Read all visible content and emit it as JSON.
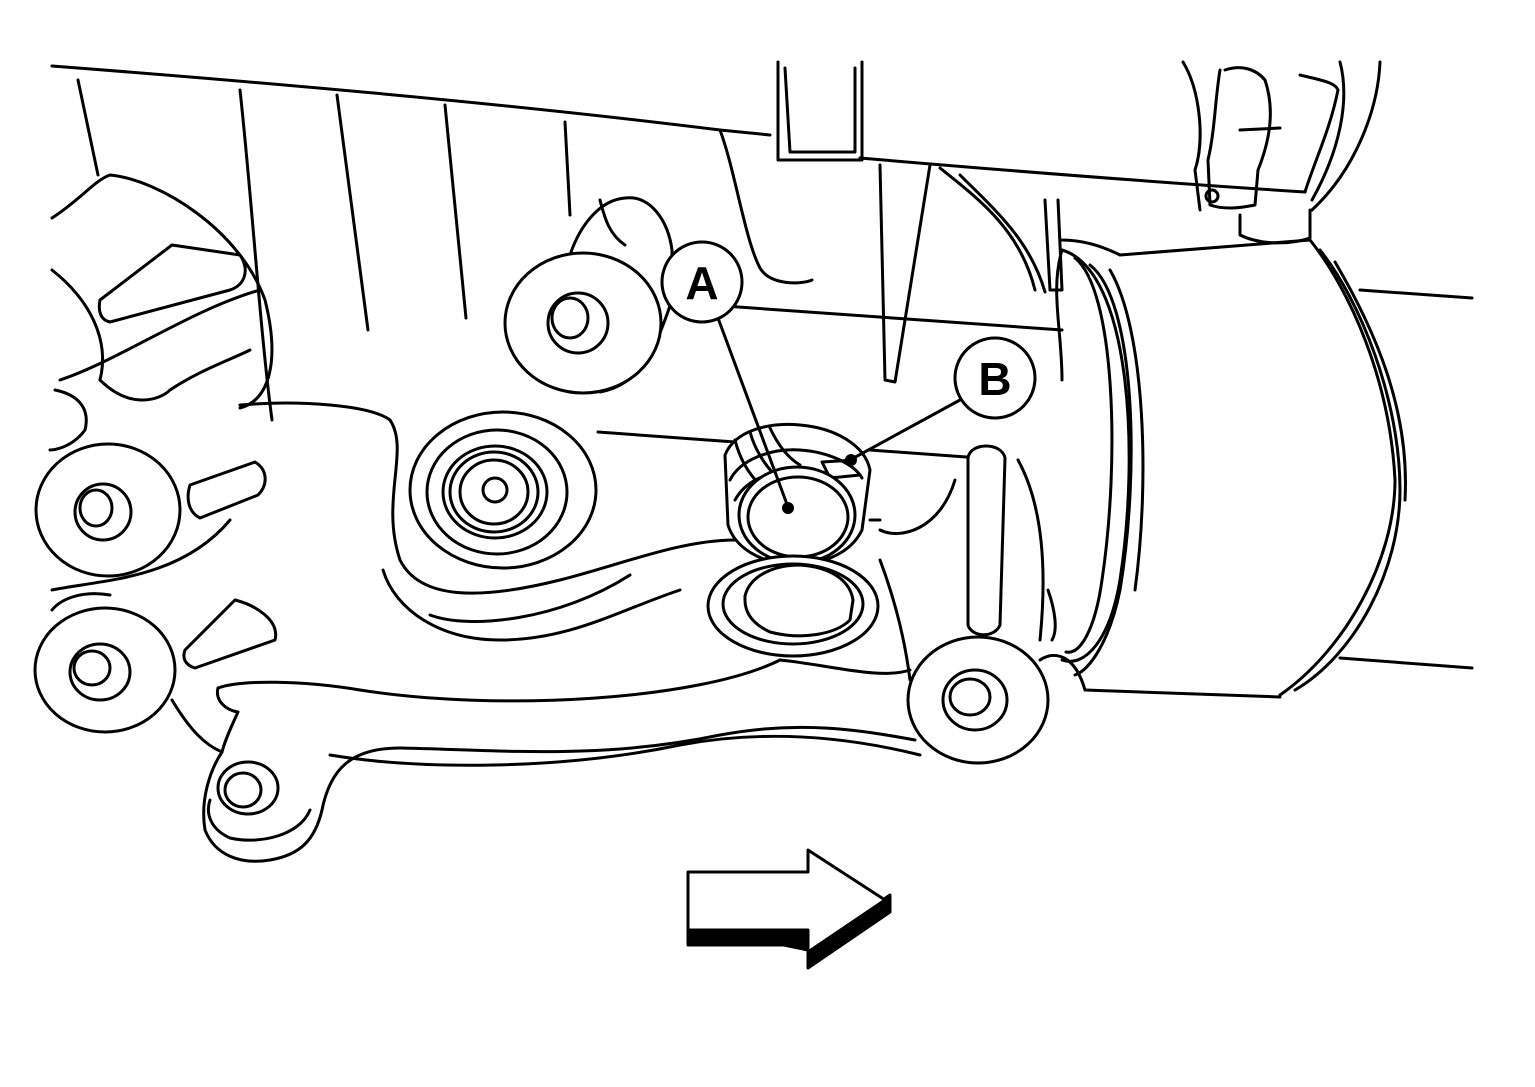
{
  "callouts": [
    {
      "id": "A",
      "label": "A"
    },
    {
      "id": "B",
      "label": "B"
    }
  ],
  "colors": {
    "line": "#000000",
    "background": "#ffffff"
  },
  "icons": {
    "direction": "arrow-right-icon"
  }
}
